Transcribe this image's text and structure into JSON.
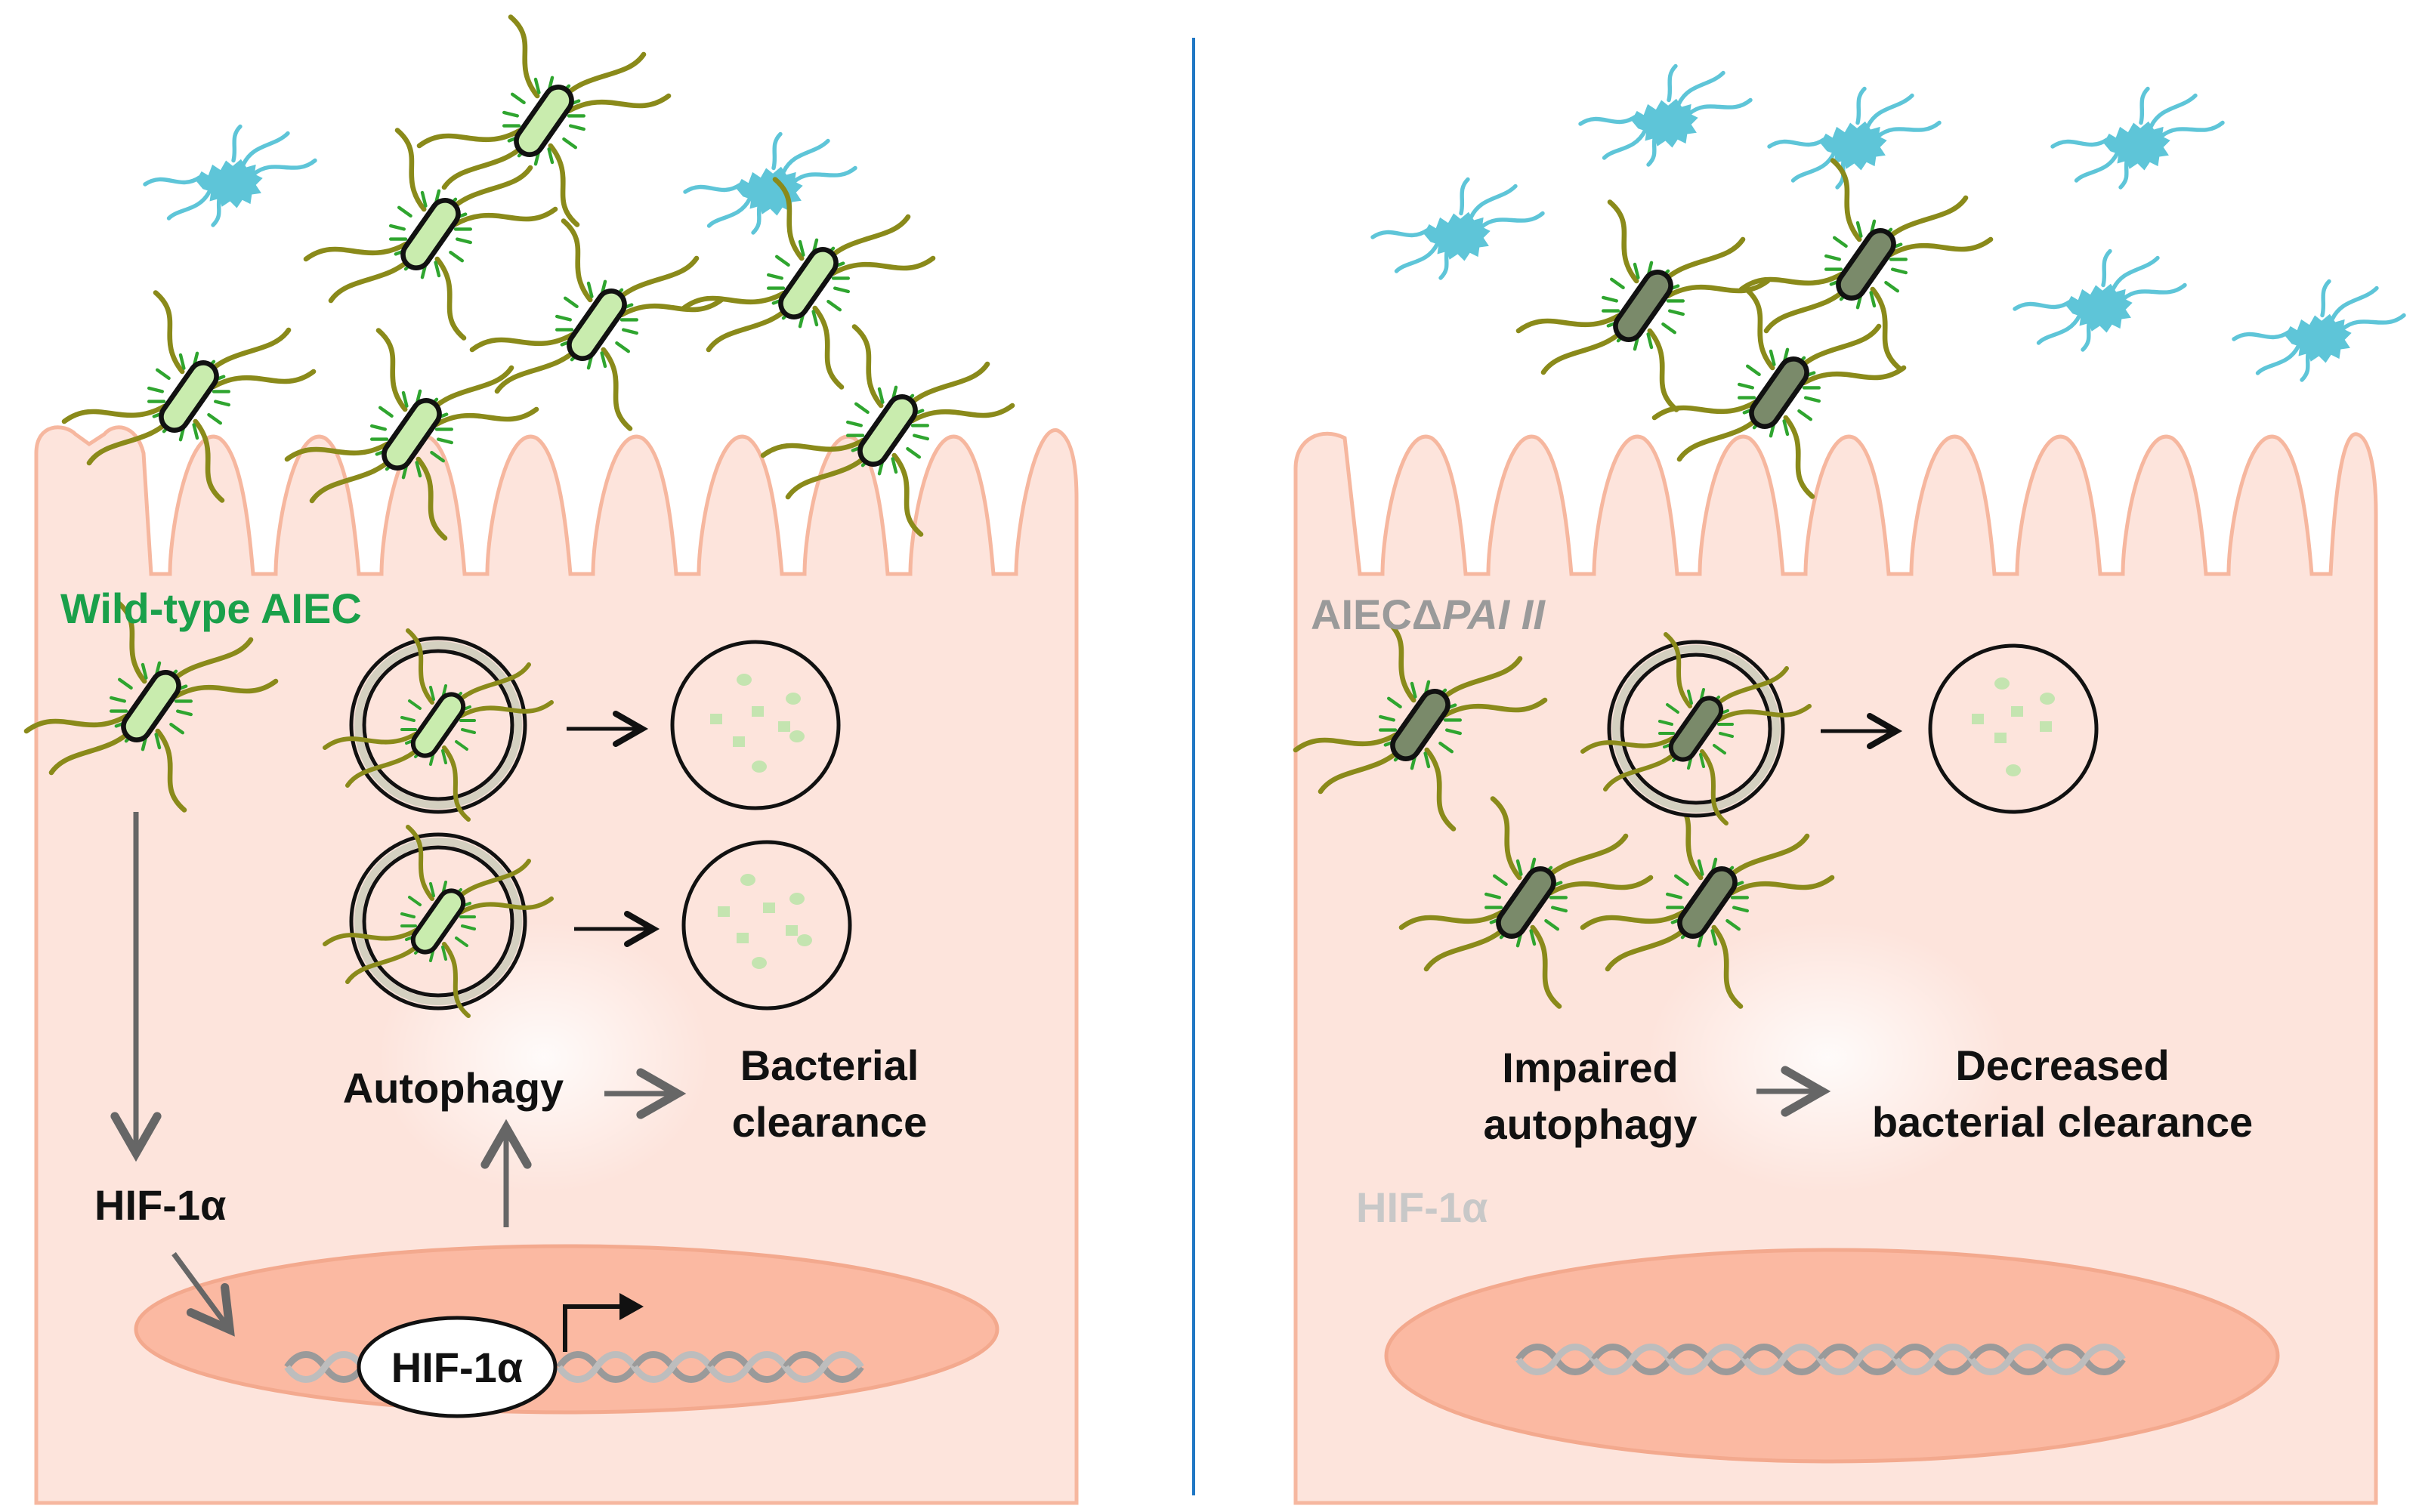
{
  "left_panel": {
    "strain_label": "Wild-type AIEC",
    "hif_label": "HIF-1α",
    "nucleus_hif_label": "HIF-1α",
    "autophagy_label": "Autophagy",
    "outcome_line1": "Bacterial",
    "outcome_line2": "clearance"
  },
  "right_panel": {
    "strain_label_prefix": "AIECΔ",
    "strain_label_italic": "PAI II",
    "hif_label": "HIF-1α",
    "process_line1": "Impaired",
    "process_line2": "autophagy",
    "outcome_line1": "Decreased",
    "outcome_line2": "bacterial clearance"
  },
  "colors": {
    "cell_fill": "#fde4dc",
    "cell_stroke": "#f6b79f",
    "nucleus_fill": "#fbb9a2",
    "wildtype_label": "#1aa04a",
    "mutant_label": "#9a9a9a",
    "hif_faded": "#c8c8c8",
    "divider": "#1f77c4",
    "commensal": "#5ec5d8",
    "flagella": "#8a8a1a",
    "pili_green": "#2fa52f",
    "wt_body": "#c9ecae",
    "mutant_body": "#7a8a6a",
    "arrow_grey": "#666666",
    "debris": "#c4e4b0"
  },
  "icons": [
    "aiec-bacterium-icon",
    "commensal-bacterium-icon",
    "autophagosome-icon",
    "autolysosome-icon",
    "dna-helix-icon",
    "promoter-arrow-icon"
  ]
}
